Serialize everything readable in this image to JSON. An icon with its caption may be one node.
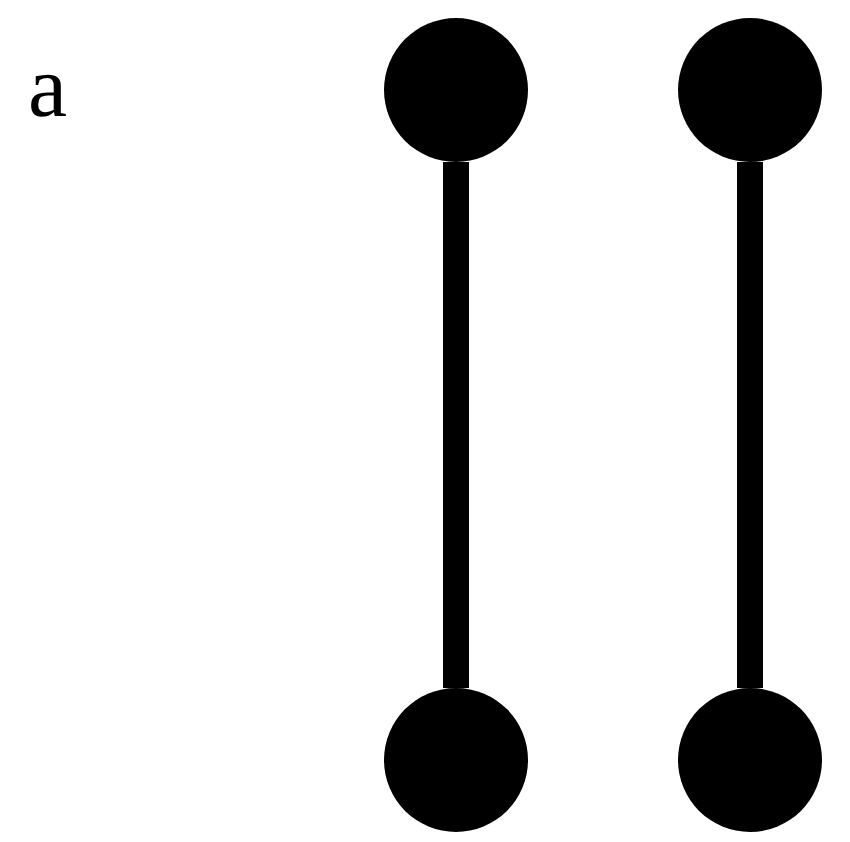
{
  "diagram": {
    "nodes": [
      {
        "text": [],
        "shape": "circle"
      },
      {
        "text": [],
        "shape": "circle"
      },
      {
        "text": [],
        "shape": "circle"
      },
      {
        "text": [],
        "shape": "circle"
      }
    ],
    "edges": [
      {
        "from": 0,
        "to": 2,
        "arrow": "none"
      },
      {
        "from": 1,
        "to": 3,
        "arrow": "none"
      }
    ],
    "labels": [
      "a"
    ]
  }
}
